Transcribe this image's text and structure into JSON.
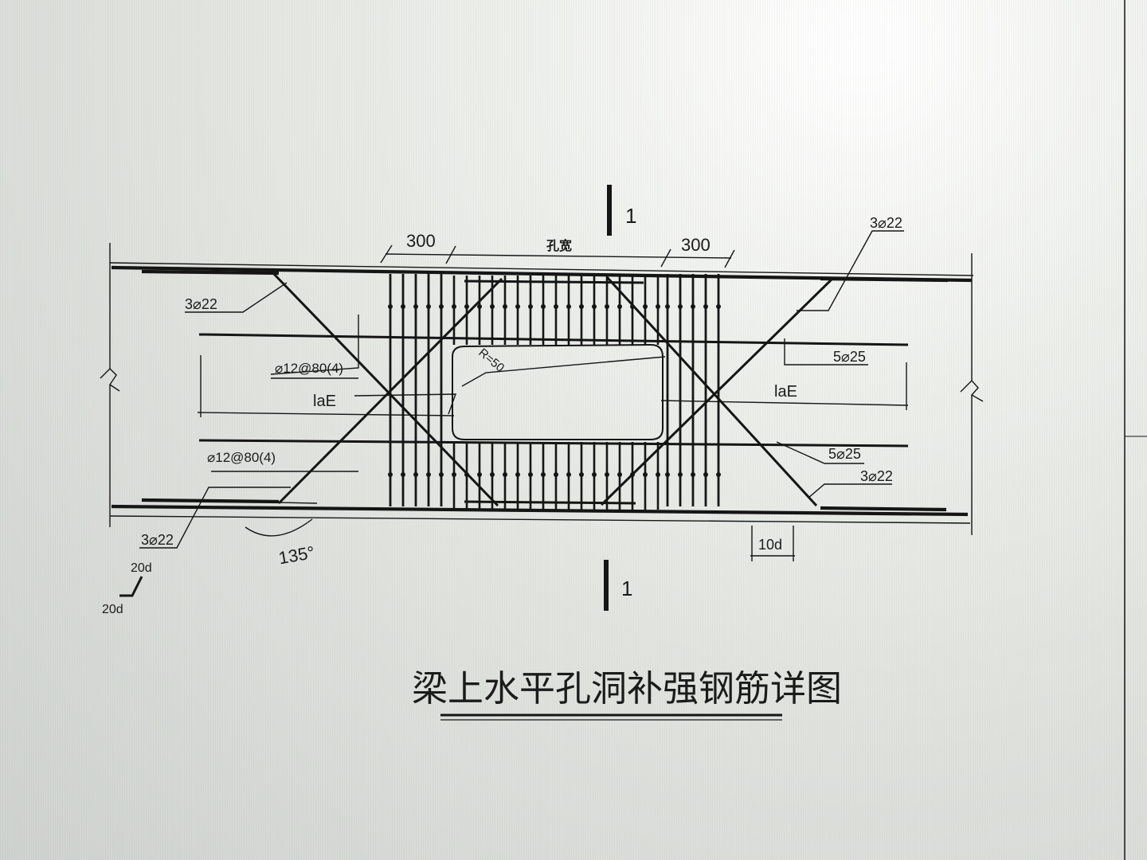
{
  "drawing": {
    "title": "梁上水平孔洞补强钢筋详图",
    "section_mark_top": "1",
    "section_mark_bottom": "1",
    "dims": {
      "left_300": "300",
      "hole_width": "孔宽",
      "right_300": "300",
      "ten_d": "10d",
      "twenty_d_a": "20d",
      "twenty_d_b": "20d",
      "angle": "135°"
    },
    "labels": {
      "top_left_diag": "3⌀22",
      "top_right_diag": "3⌀22",
      "bottom_left_diag": "3⌀22",
      "bottom_right_diag": "3⌀22",
      "stirrup_top": "⌀12@80(4)",
      "stirrup_bottom": "⌀12@80(4)",
      "anchor_left": "laE",
      "anchor_right": "laE",
      "top_long_bars": "5⌀25",
      "bottom_long_bars": "5⌀25",
      "radius": "R=50"
    }
  }
}
